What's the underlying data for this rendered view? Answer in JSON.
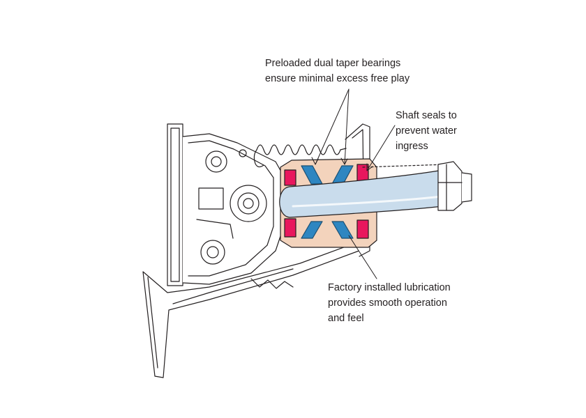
{
  "callouts": {
    "bearings": {
      "line1": "Preloaded dual taper bearings",
      "line2": "ensure minimal excess free play"
    },
    "seals": {
      "line1": "Shaft seals to",
      "line2": "prevent water",
      "line3": "ingress"
    },
    "lubrication": {
      "line1": "Factory installed lubrication",
      "line2": "provides smooth operation",
      "line3": "and feel"
    }
  },
  "colors": {
    "outline": "#231f20",
    "shaft": "#c9dcec",
    "grease": "#f3d3bc",
    "bearing": "#2e86c1",
    "seal": "#e8175d"
  }
}
